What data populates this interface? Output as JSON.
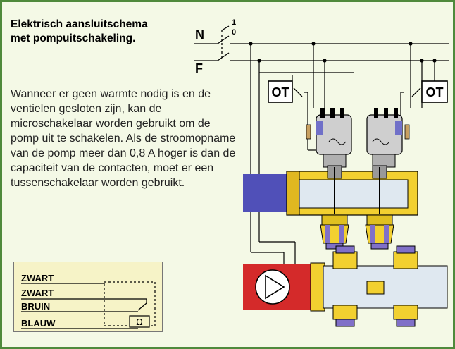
{
  "title": "Elektrisch aansluitschema met pompuitschakeling.",
  "description": "Wanneer er geen warmte nodig is en de ventielen gesloten zijn, kan de microschakelaar worden gebruikt om de pomp uit te schakelen. Als de stroomopname van de pomp meer dan 0,8 A hoger is dan de capaciteit van de contacten, moet er een tussenschakelaar worden gebruikt.",
  "legend": {
    "wires": [
      "ZWART",
      "ZWART",
      "BRUIN",
      "BLAUW"
    ],
    "symbol": "Ω"
  },
  "diagram": {
    "line_n": "N",
    "line_f": "F",
    "switch_on": "1",
    "switch_off": "0",
    "thermostat_left": "OT",
    "thermostat_right": "OT"
  },
  "colors": {
    "border": "#4f8a3c",
    "background": "#f4f9e6",
    "legend_bg": "#f6f3c7",
    "pipe_supply": "#5050b8",
    "pipe_return": "#d42a2a",
    "brass": "#e0c020",
    "actuator_gray": "#c8c8c8",
    "clip_purple": "#8070c8"
  }
}
